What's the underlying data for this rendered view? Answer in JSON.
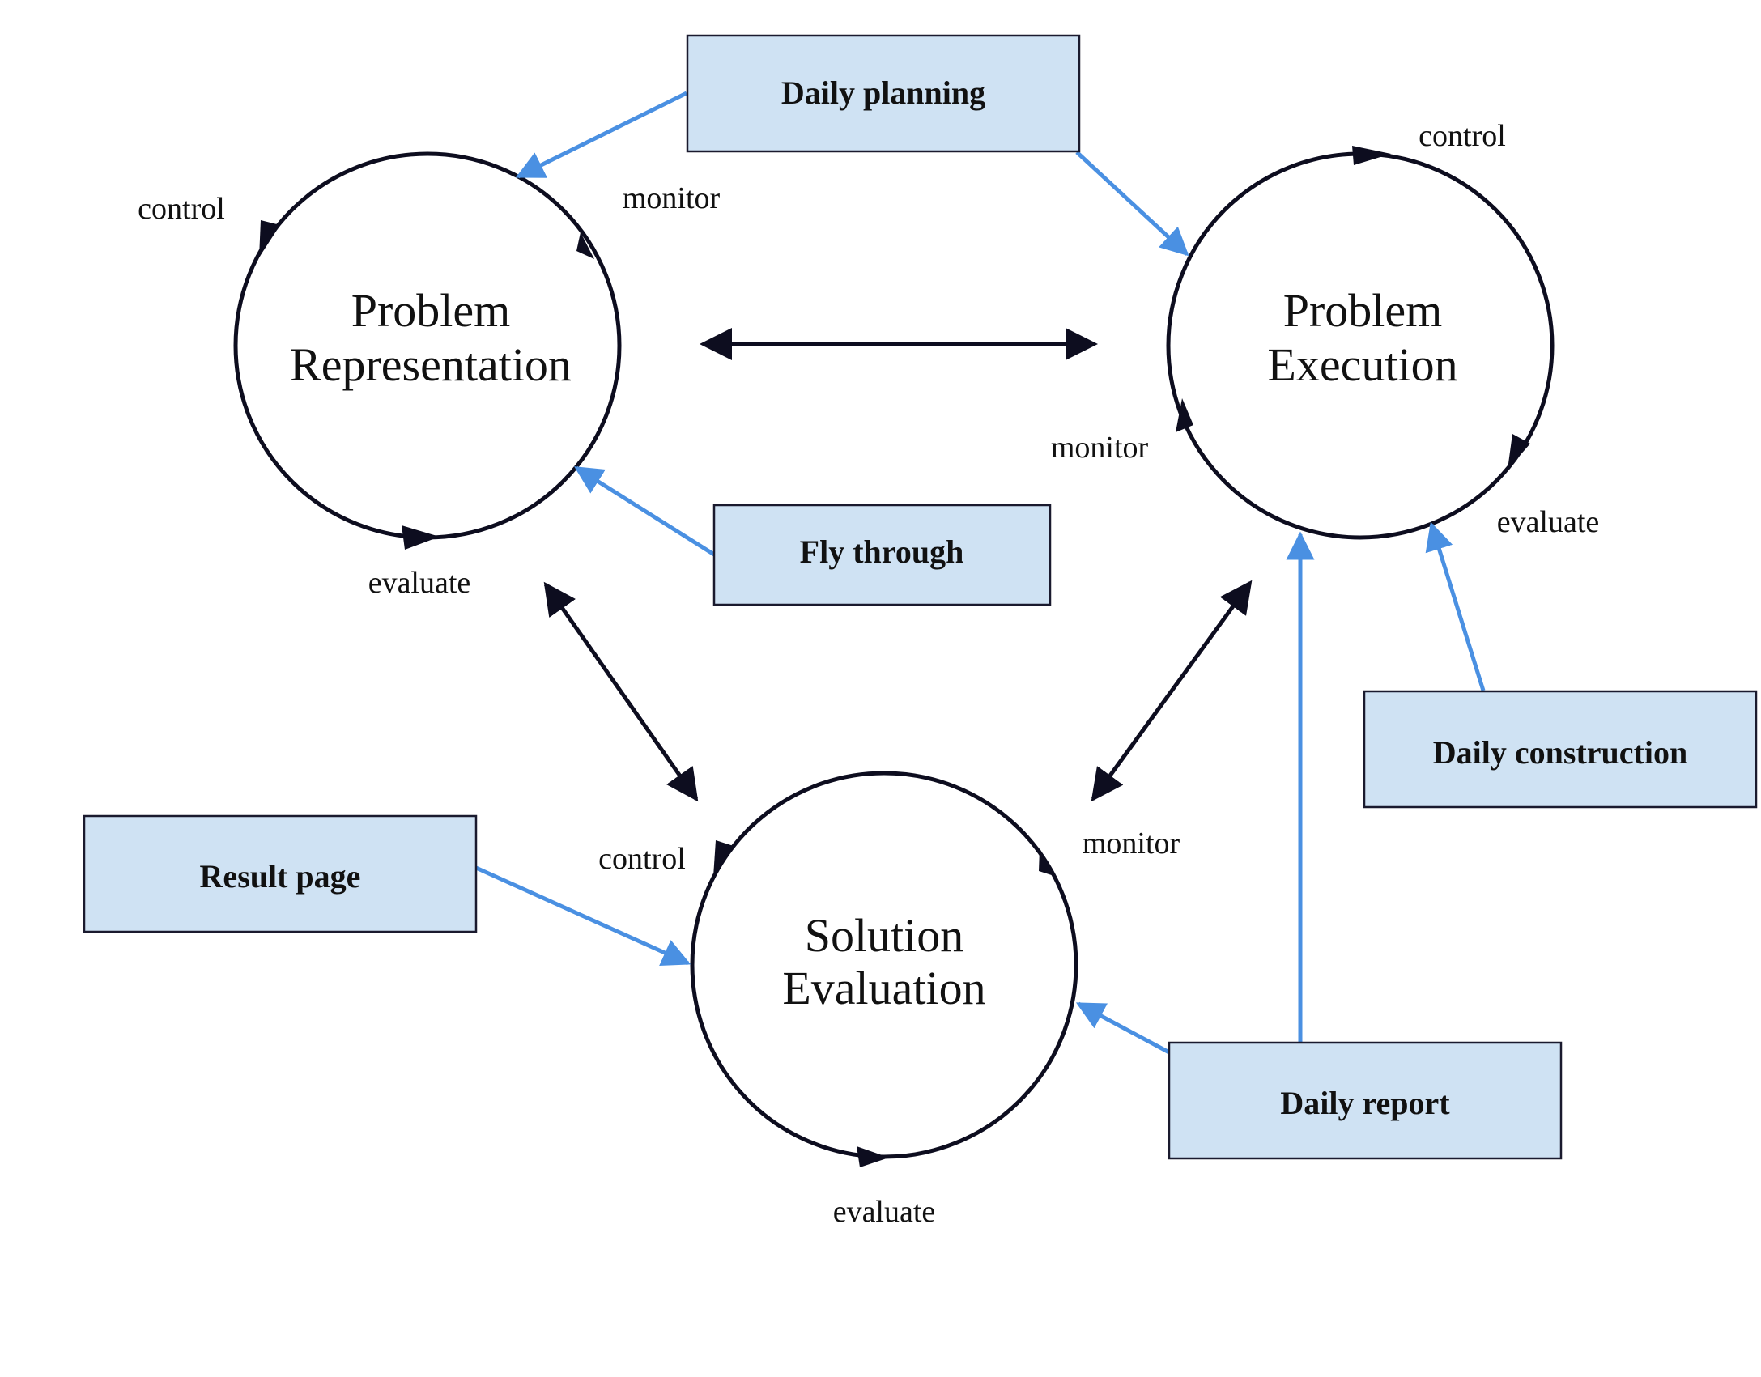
{
  "circles": {
    "representation": {
      "line1": "Problem",
      "line2": "Representation",
      "control": "control",
      "monitor": "monitor",
      "evaluate": "evaluate"
    },
    "execution": {
      "line1": "Problem",
      "line2": "Execution",
      "control": "control",
      "monitor": "monitor",
      "evaluate": "evaluate"
    },
    "evaluation": {
      "line1": "Solution",
      "line2": "Evaluation",
      "control": "control",
      "monitor": "monitor",
      "evaluate": "evaluate"
    }
  },
  "boxes": {
    "daily_planning": "Daily planning",
    "fly_through": "Fly through",
    "daily_construction": "Daily construction",
    "result_page": "Result page",
    "daily_report": "Daily report"
  },
  "colors": {
    "box_fill": "#cfe2f3",
    "box_stroke": "#1a1a2e",
    "blue_arrow": "#4a90e2",
    "dark_line": "#0d0d1f"
  }
}
